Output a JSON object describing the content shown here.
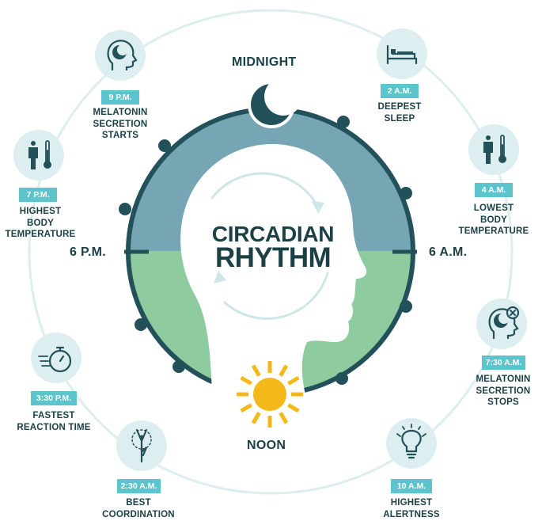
{
  "title": {
    "line1": "CIRCADIAN",
    "line2": "RHYTHM"
  },
  "markers": {
    "top": "MIDNIGHT",
    "bottom": "NOON",
    "left": "6 P.M.",
    "right": "6 A.M."
  },
  "colors": {
    "night": "#76a6b3",
    "day": "#8ecb9f",
    "ring": "#23515a",
    "badge": "#5bc4cc",
    "icon_bg": "#ddeef1",
    "sun": "#f5b819",
    "text": "#1b4046"
  },
  "events": [
    {
      "time": "9 P.M.",
      "label": "MELATONIN\nSECRETION\nSTARTS",
      "icon": "head-moon-icon"
    },
    {
      "time": "2 A.M.",
      "label": "DEEPEST\nSLEEP",
      "icon": "bed-icon"
    },
    {
      "time": "4 A.M.",
      "label": "LOWEST\nBODY\nTEMPERATURE",
      "icon": "person-thermometer-icon"
    },
    {
      "time": "7:30 A.M.",
      "label": "MELATONIN\nSECRETION\nSTOPS",
      "icon": "head-moon-off-icon"
    },
    {
      "time": "10 A.M.",
      "label": "HIGHEST\nALERTNESS",
      "icon": "lightbulb-icon"
    },
    {
      "time": "2:30 A.M.",
      "label": "BEST\nCOORDINATION",
      "icon": "balance-figure-icon"
    },
    {
      "time": "3:30 P.M.",
      "label": "FASTEST\nREACTION TIME",
      "icon": "stopwatch-icon"
    },
    {
      "time": "7 P.M.",
      "label": "HIGHEST\nBODY\nTEMPERATURE",
      "icon": "person-thermometer-icon"
    }
  ]
}
